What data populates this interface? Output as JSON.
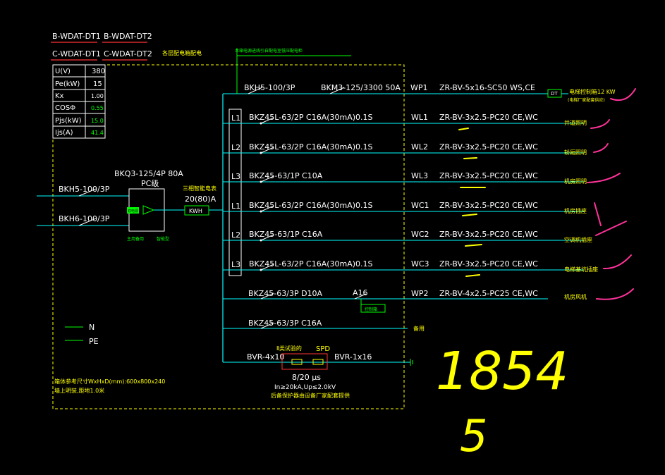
{
  "legend": {
    "b1": "B-WDAT-DT1",
    "b2": "B-WDAT-DT2",
    "c1": "C-WDAT-DT1",
    "c2": "C-WDAT-DT2"
  },
  "params": [
    {
      "k": "U(V)",
      "v": "380"
    },
    {
      "k": "Pe(kW)",
      "v": "15"
    },
    {
      "k": "Kx",
      "v": "1.00"
    },
    {
      "k": "COSΦ",
      "v": "0.55"
    },
    {
      "k": "Pjs(kW)",
      "v": "15.0"
    },
    {
      "k": "Ijs(A)",
      "v": "41.4"
    }
  ],
  "title_top": "各层配电箱配电",
  "top_note": "本箱电源进线引自配电室低压配电柜",
  "incoming": {
    "breaker1": "BKH5-100/3P",
    "breaker2": "BKH6-100/3P",
    "ats": "BKQ3-125/4P 80A",
    "ats_tag": "PC级",
    "ats_left": "双电源",
    "ats_right": "智能型",
    "ats_left_label": "主用备用",
    "ats_right_label": "智能型",
    "meter_title": "三相智能电表",
    "meter_rating": "20(80)A",
    "meter_label": "KWH"
  },
  "main_branch": {
    "breaker": "BKH5-100/3P",
    "breaker2": "BKM3-125/3300 50A",
    "code": "WP1",
    "cable": "ZR-BV-5x16-SC50 WS,CE",
    "tag": "DT",
    "desc1": "电梯控制箱12 KW",
    "desc2": "(电梯厂家配套供应)"
  },
  "phases": [
    "L1",
    "L2",
    "L3",
    "L1",
    "L2",
    "L3"
  ],
  "circuits": [
    {
      "breaker": "BKZ45L-63/2P C16A(30mA)0.1S",
      "code": "WL1",
      "cable": "ZR-BV-3x2.5-PC20 CE,WC",
      "desc": "井道照明"
    },
    {
      "breaker": "BKZ45L-63/2P C16A(30mA)0.1S",
      "code": "WL2",
      "cable": "ZR-BV-3x2.5-PC20 CE,WC",
      "desc": "轿厢照明"
    },
    {
      "breaker": "BKZ45-63/1P C10A",
      "code": "WL3",
      "cable": "ZR-BV-3x2.5-PC20 CE,WC",
      "desc": "机房照明"
    },
    {
      "breaker": "BKZ45L-63/2P C16A(30mA)0.1S",
      "code": "WC1",
      "cable": "ZR-BV-3x2.5-PC20 CE,WC",
      "desc": "机房插座"
    },
    {
      "breaker": "BKZ45-63/1P C16A",
      "code": "WC2",
      "cable": "ZR-BV-3x2.5-PC20 CE,WC",
      "desc": "空调机插座"
    },
    {
      "breaker": "BKZ45L-63/2P C16A(30mA)0.1S",
      "code": "WC3",
      "cable": "ZR-BV-3x2.5-PC20 CE,WC",
      "desc": "电梯基坑插座"
    }
  ],
  "wp2": {
    "breaker": "BKZ45-63/3P D10A",
    "contactor": "A16",
    "contactor_tag": "控制箱",
    "code": "WP2",
    "cable": "ZR-BV-4x2.5-PC25 CE,WC",
    "desc": "机房风机"
  },
  "spare": {
    "breaker": "BKZ45-63/3P C16A",
    "label": "备用"
  },
  "spd": {
    "class_label": "Ⅱ类试验的",
    "spd_label": "SPD",
    "cable_left": "BVR-4x10",
    "cable_right": "BVR-1x16",
    "rating1": "8/20 μs",
    "rating2": "In≥20kA,Up≤2.0kV",
    "note": "后备保护器由设备厂家配套提供"
  },
  "bus_legend": {
    "n": "N",
    "pe": "PE"
  },
  "notes": {
    "line1": "箱体参考尺寸WxHxD(mm):600x800x240",
    "line2": "墙上明装,距地1.0米"
  },
  "handwriting": {
    "main": "1854",
    "below": "5"
  },
  "colors": {
    "cyan": "#00ffff",
    "green": "#00ff00",
    "yellow": "#ffff00",
    "magenta": "#ff3399",
    "red": "#ff3333",
    "white": "#ffffff"
  }
}
